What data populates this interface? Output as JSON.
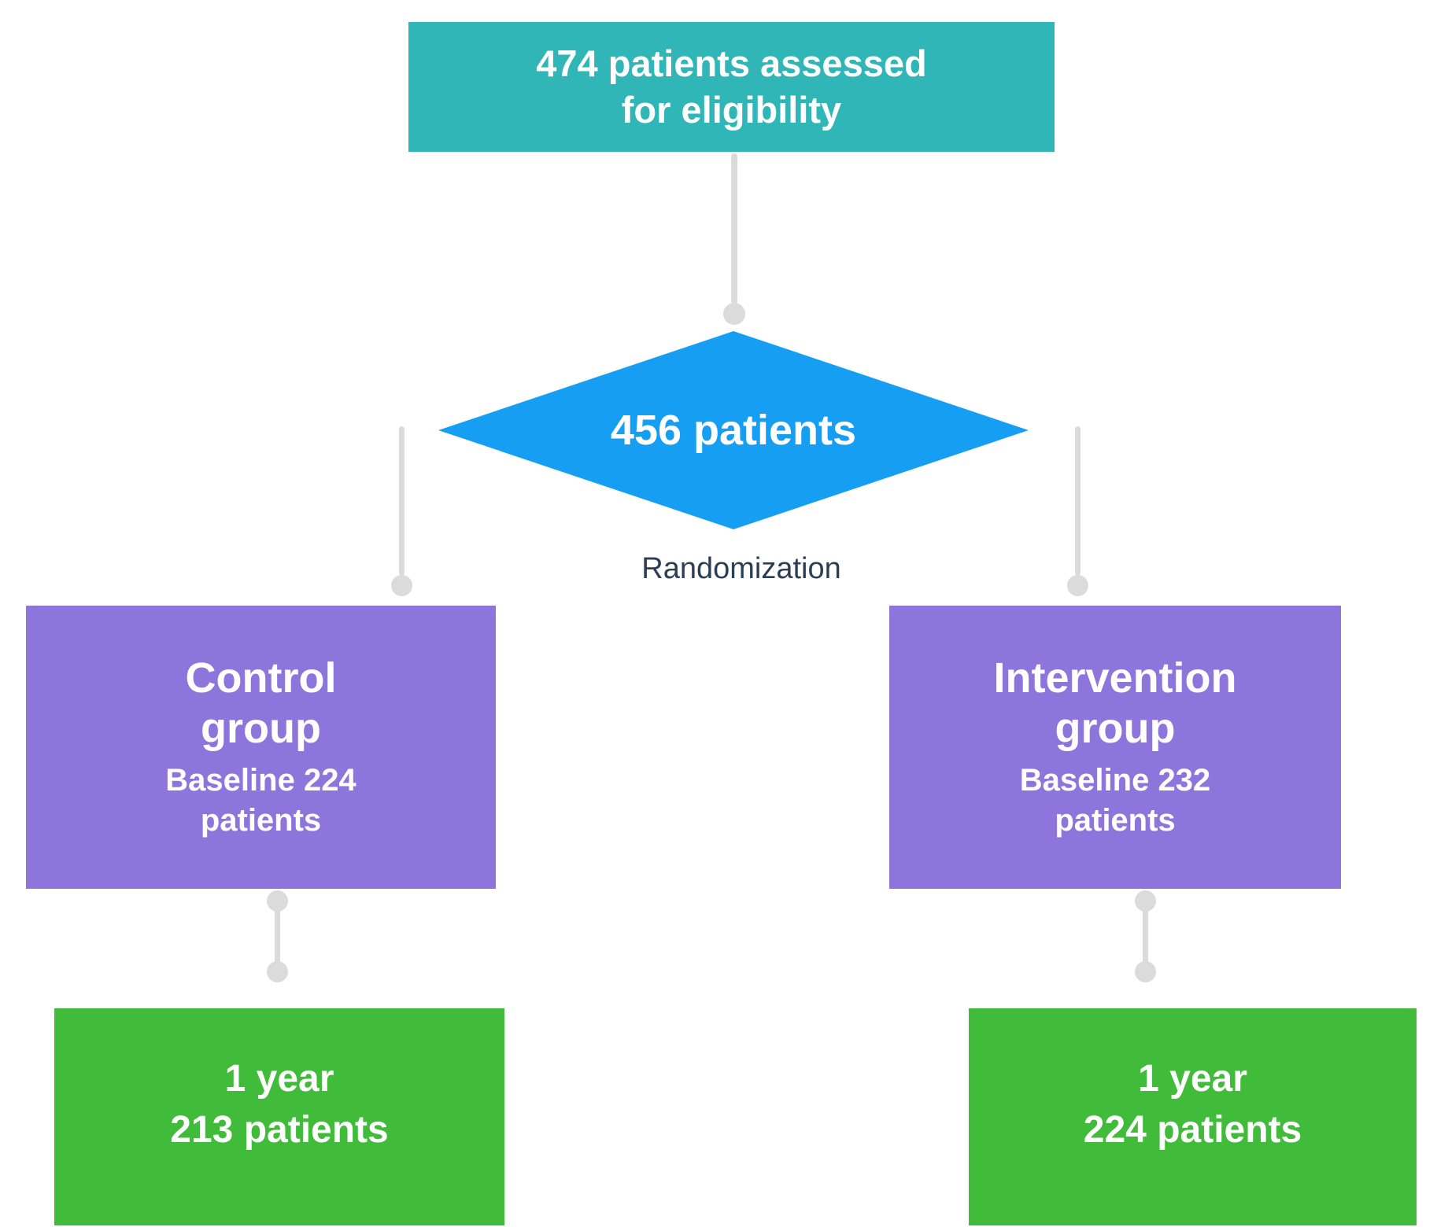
{
  "background_color": "#ffffff",
  "connector_color": "#dbdbdb",
  "flowchart": {
    "eligibility": {
      "label": "474 patients assessed\nfor eligibility",
      "color": "#30b6b6",
      "text_color": "#ffffff"
    },
    "decision": {
      "label": "456 patients",
      "color": "#169ff2",
      "text_color": "#ffffff"
    },
    "randomization": {
      "label": "Randomization",
      "text_color": "#2c3e55"
    },
    "control": {
      "title": "Control\ngroup",
      "subtitle": "Baseline 224\npatients",
      "color": "#8d75dc",
      "text_color": "#ffffff"
    },
    "intervention": {
      "title": "Intervention\ngroup",
      "subtitle": "Baseline 232\npatients",
      "color": "#8d75dc",
      "text_color": "#ffffff"
    },
    "control_outcome": {
      "label": "1 year\n213 patients",
      "color": "#41bb3a",
      "text_color": "#ffffff"
    },
    "intervention_outcome": {
      "label": "1 year\n224 patients",
      "color": "#41bb3a",
      "text_color": "#ffffff"
    }
  }
}
